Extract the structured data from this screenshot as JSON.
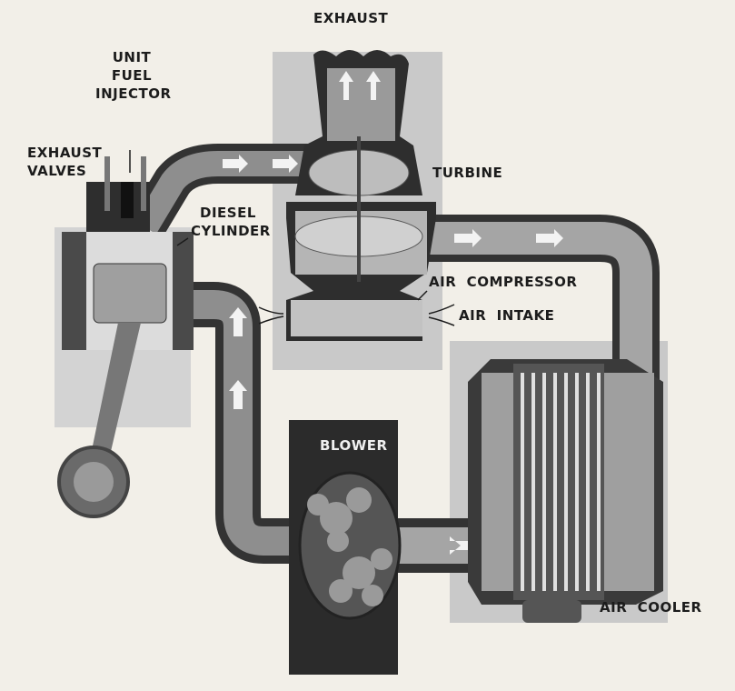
{
  "labels": {
    "exhaust": "EXHAUST",
    "unit_fuel_injector": [
      "UNIT",
      "FUEL",
      "INJECTOR"
    ],
    "exhaust_valves": [
      "EXHAUST",
      "VALVES"
    ],
    "diesel_cylinder": [
      "DIESEL",
      "CYLINDER"
    ],
    "turbine": "TURBINE",
    "air_compressor": "AIR  COMPRESSOR",
    "air_intake": "AIR  INTAKE",
    "blower": "BLOWER",
    "air_cooler": "AIR  COOLER"
  },
  "colors": {
    "background": "#f2efe8",
    "panel": "#c9c9c9",
    "pipe_outer": "#333333",
    "pipe_inner": "#8e8e8e",
    "blower_box": "#2b2b2b"
  }
}
